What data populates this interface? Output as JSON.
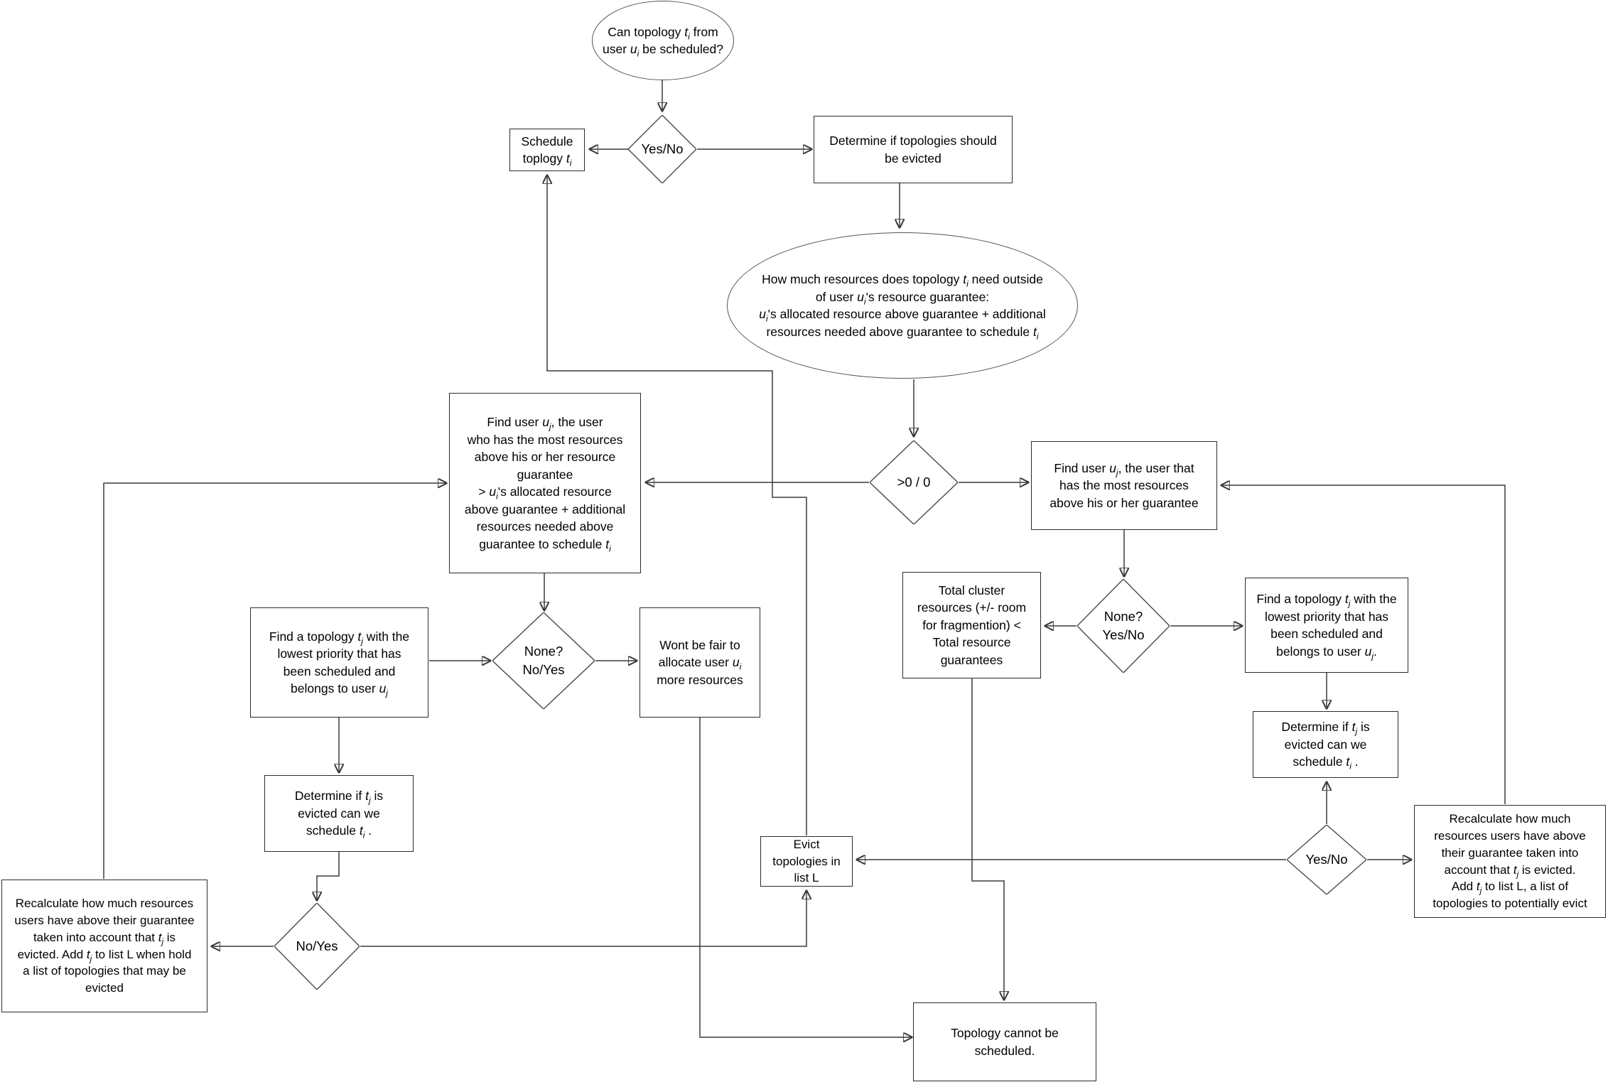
{
  "colors": {
    "background": "#ffffff",
    "line": "#3a3a3a",
    "text": "#000000",
    "node_fill": "#ffffff"
  },
  "nodes": {
    "start": {
      "label": "Can topology t_i from\nuser u_i be scheduled?"
    },
    "schedule": {
      "label": "Schedule\ntoplogy t_i"
    },
    "can_schedule": {
      "label": "Yes/No"
    },
    "determine_evict": {
      "label": "Determine if topologies should\nbe evicted"
    },
    "resources_outside": {
      "label": "How much resources does topology t_i  need outside\nof user u_i's resource guarantee:\nu_i's allocated resource above guarantee + additional\nresources needed above guarantee to schedule t_i"
    },
    "gt_zero": {
      "label": ">0 / 0"
    },
    "find_user_left": {
      "label": "Find user u_j, the user\nwho has the most  resources\nabove his or her resource\nguarantee\n> u_i's allocated resource\nabove guarantee + additional\nresources needed above\nguarantee to schedule t_i"
    },
    "find_user_right": {
      "label": "Find user u_j, the user that\nhas the most resources\nabove his or her guarantee"
    },
    "none_right": {
      "label": "None?\nYes/No"
    },
    "total_cluster": {
      "label": "Total cluster\nresources (+/- room\nfor fragmention) <\nTotal resource\nguarantees"
    },
    "find_topology_right": {
      "label": "Find a topology t_j with the\nlowest priority that has\nbeen scheduled and\nbelongs to user u_j."
    },
    "determine_right": {
      "label": "Determine if t_j is\nevicted can we\nschedule t_i ."
    },
    "yes_no_right": {
      "label": "Yes/No"
    },
    "recalc_right": {
      "label": "Recalculate how much\nresources users have above\ntheir guarantee taken into\naccount that t_j is evicted.\nAdd t_j to list L, a list of\ntopologies to potentially evict"
    },
    "evict_list": {
      "label": "Evict\ntopologies in\nlist L"
    },
    "find_topology_left": {
      "label": "Find a topology t_j with the\nlowest priority that has\nbeen scheduled and\nbelongs to user u_j"
    },
    "none_left": {
      "label": "None?\nNo/Yes"
    },
    "wont_be_fair": {
      "label": "Wont be fair to\nallocate user u_i\nmore resources"
    },
    "determine_left": {
      "label": "Determine if t_j is\nevicted can we\nschedule t_i ."
    },
    "no_yes_left": {
      "label": "No/Yes"
    },
    "recalc_left": {
      "label": "Recalculate how much resources\nusers have above their guarantee\ntaken into account that t_j is\nevicted. Add t_j to list L when hold\na list of topologies that may be\nevicted"
    },
    "cannot_schedule": {
      "label": "Topology cannot be\nscheduled."
    }
  }
}
